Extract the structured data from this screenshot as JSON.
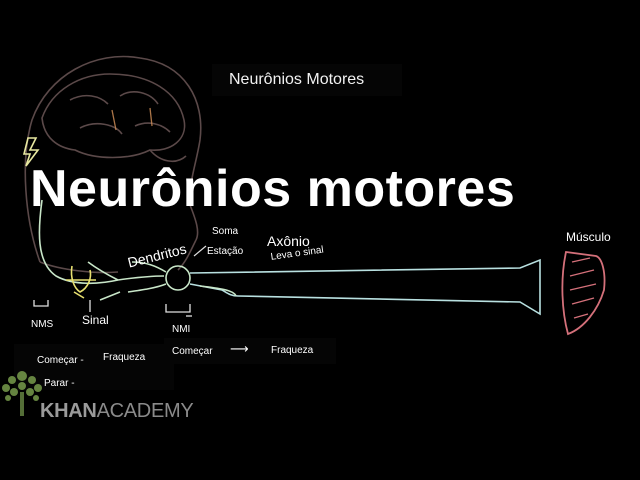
{
  "video": {
    "subtitle": "Neurônios Motores",
    "title": "Neurônios motores"
  },
  "labels": {
    "soma": "Soma",
    "estacao": "Estação",
    "axonio": "Axônio",
    "leva_o_sinal": "Leva o sinal",
    "dendritos": "Dendritos",
    "musculo": "Músculo",
    "nms": "NMS",
    "sinal": "Sinal",
    "nmi": "NMI",
    "fraqueza_1": "Fraqueza",
    "comecar_1": "Começar -",
    "parar": "Parar  -",
    "comecar_2": "Começar",
    "arrow": "⟶",
    "fraqueza_2": "Fraqueza"
  },
  "branding": {
    "khan": "KHAN",
    "academy": "ACADEMY",
    "logo_icon": "tree-icon"
  },
  "colors": {
    "background": "#000000",
    "head_outline": "#6b5656",
    "lightning": "#e8e8a0",
    "nerve": "#c8e6c8",
    "axon_tube": "#b8e0e0",
    "muscle": "#d4707a",
    "logo_green": "#7fa650"
  }
}
